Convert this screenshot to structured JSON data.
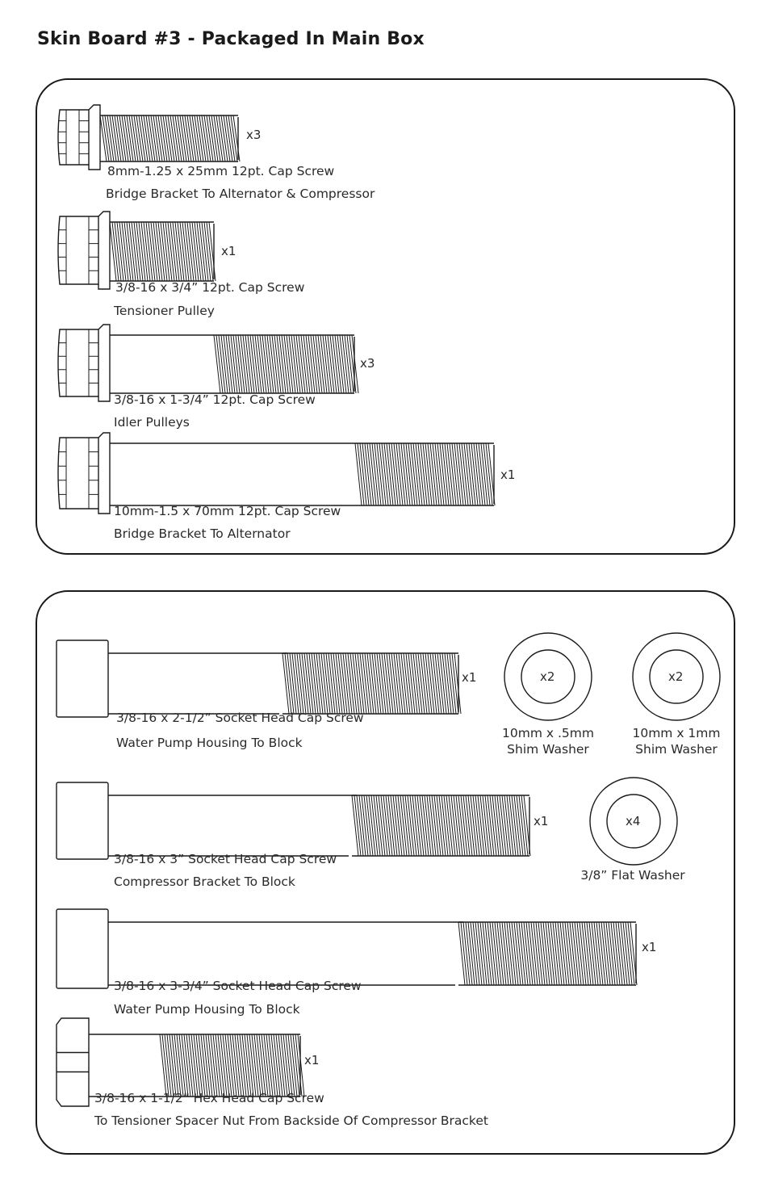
{
  "page": {
    "title": "Skin Board #3 - Packaged In Main Box"
  },
  "panel1": {
    "items": [
      {
        "qty": "x3",
        "spec": "8mm-1.25 x 25mm 12pt. Cap Screw",
        "use": "Bridge Bracket To Alternator & Compressor"
      },
      {
        "qty": "x1",
        "spec": "3/8-16 x 3/4” 12pt. Cap Screw",
        "use": "Tensioner Pulley"
      },
      {
        "qty": "x3",
        "spec": "3/8-16 x 1-3/4” 12pt. Cap Screw",
        "use": "Idler Pulleys"
      },
      {
        "qty": "x1",
        "spec": "10mm-1.5 x 70mm 12pt. Cap Screw",
        "use": "Bridge Bracket To Alternator"
      }
    ]
  },
  "panel2": {
    "items": [
      {
        "qty": "x1",
        "spec": "3/8-16 x 2-1/2” Socket Head Cap Screw",
        "use": "Water Pump Housing To Block"
      },
      {
        "qty": "x1",
        "spec": "3/8-16 x 3” Socket Head Cap Screw",
        "use": "Compressor Bracket To Block"
      },
      {
        "qty": "x1",
        "spec": "3/8-16 x 3-3/4” Socket Head Cap Screw",
        "use": "Water Pump Housing To Block"
      },
      {
        "qty": "x1",
        "spec": "3/8-16 x 1-1/2” Hex Head Cap Screw",
        "use": "To Tensioner Spacer Nut From Backside Of Compressor Bracket"
      }
    ],
    "washers": [
      {
        "qty": "x2",
        "line1": "10mm x .5mm",
        "line2": "Shim Washer"
      },
      {
        "qty": "x2",
        "line1": "10mm x 1mm",
        "line2": "Shim Washer"
      },
      {
        "qty": "x4",
        "line1": "3/8” Flat Washer",
        "line2": ""
      }
    ]
  }
}
